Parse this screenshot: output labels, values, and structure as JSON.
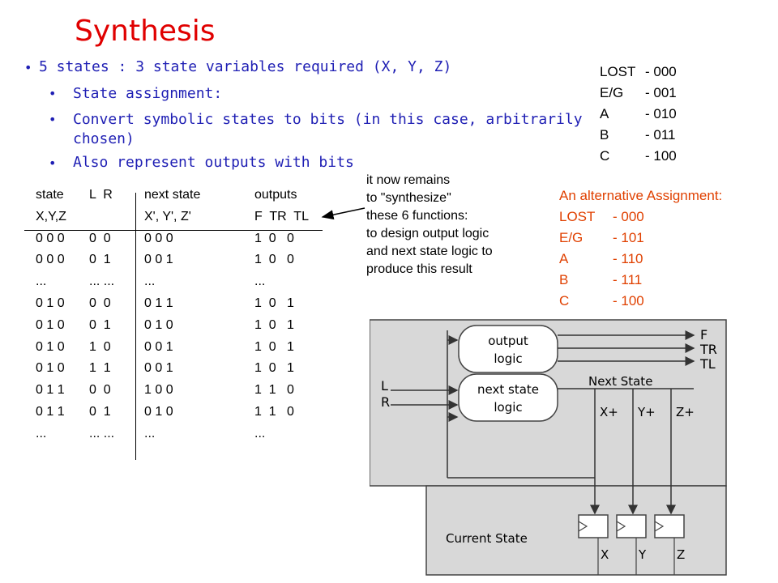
{
  "title": "Synthesis",
  "bullets": [
    {
      "text": "5 states : 3 state variables required (X, Y, Z)"
    },
    {
      "text": "State assignment:"
    },
    {
      "text": "Convert symbolic states to bits (in this case, arbitrarily"
    },
    {
      "text": "chosen)"
    },
    {
      "text": "Also represent outputs with bits"
    }
  ],
  "assignment": [
    {
      "state": "LOST",
      "code": "- 000"
    },
    {
      "state": "E/G",
      "code": "- 001"
    },
    {
      "state": "A",
      "code": "- 010"
    },
    {
      "state": "B",
      "code": "- 011"
    },
    {
      "state": "C",
      "code": "- 100"
    }
  ],
  "alt_assignment": {
    "heading": "An alternative Assignment:",
    "rows": [
      {
        "state": "LOST",
        "code": "- 000"
      },
      {
        "state": "E/G",
        "code": "- 101"
      },
      {
        "state": "A",
        "code": "- 110"
      },
      {
        "state": "B",
        "code": "- 111"
      },
      {
        "state": "C",
        "code": "- 100"
      }
    ]
  },
  "table": {
    "header1": [
      "state",
      "L  R",
      "next state",
      "outputs"
    ],
    "header2": [
      "X,Y,Z",
      "",
      "X', Y', Z'",
      "F  TR  TL"
    ],
    "rows": [
      [
        "0 0 0",
        "0  0",
        "0 0 0",
        "1  0   0"
      ],
      [
        "0 0 0",
        "0  1",
        "0 0 1",
        "1  0   0"
      ],
      [
        "...",
        "... ...",
        "...",
        "..."
      ],
      [
        "0 1 0",
        "0  0",
        "0 1 1",
        "1  0   1"
      ],
      [
        "0 1 0",
        "0  1",
        "0 1 0",
        "1  0   1"
      ],
      [
        "0 1 0",
        "1  0",
        "0 0 1",
        "1  0   1"
      ],
      [
        "0 1 0",
        "1  1",
        "0 0 1",
        "1  0   1"
      ],
      [
        "0 1 1",
        "0  0",
        "1 0 0",
        "1  1   0"
      ],
      [
        "0 1 1",
        "0  1",
        "0 1 0",
        "1  1   0"
      ],
      [
        "...",
        "... ...",
        "...",
        "..."
      ]
    ]
  },
  "note": [
    "it now remains",
    "to \"synthesize\"",
    "these 6 functions:",
    "to design output logic",
    "and next state logic to",
    "produce this result"
  ],
  "diagram": {
    "output_logic": [
      "output",
      "logic"
    ],
    "next_state_logic": [
      "next state",
      "logic"
    ],
    "outputs": [
      "F",
      "TR",
      "TL"
    ],
    "inputs": [
      "L",
      "R"
    ],
    "next_state_label": "Next State",
    "next_vars": [
      "X+",
      "Y+",
      "Z+"
    ],
    "current_state_label": "Current State",
    "cur_vars": [
      "X",
      "Y",
      "Z"
    ]
  },
  "colors": {
    "title": "#e00000",
    "bullets": "#1f1fb4",
    "alt": "#e04000"
  }
}
